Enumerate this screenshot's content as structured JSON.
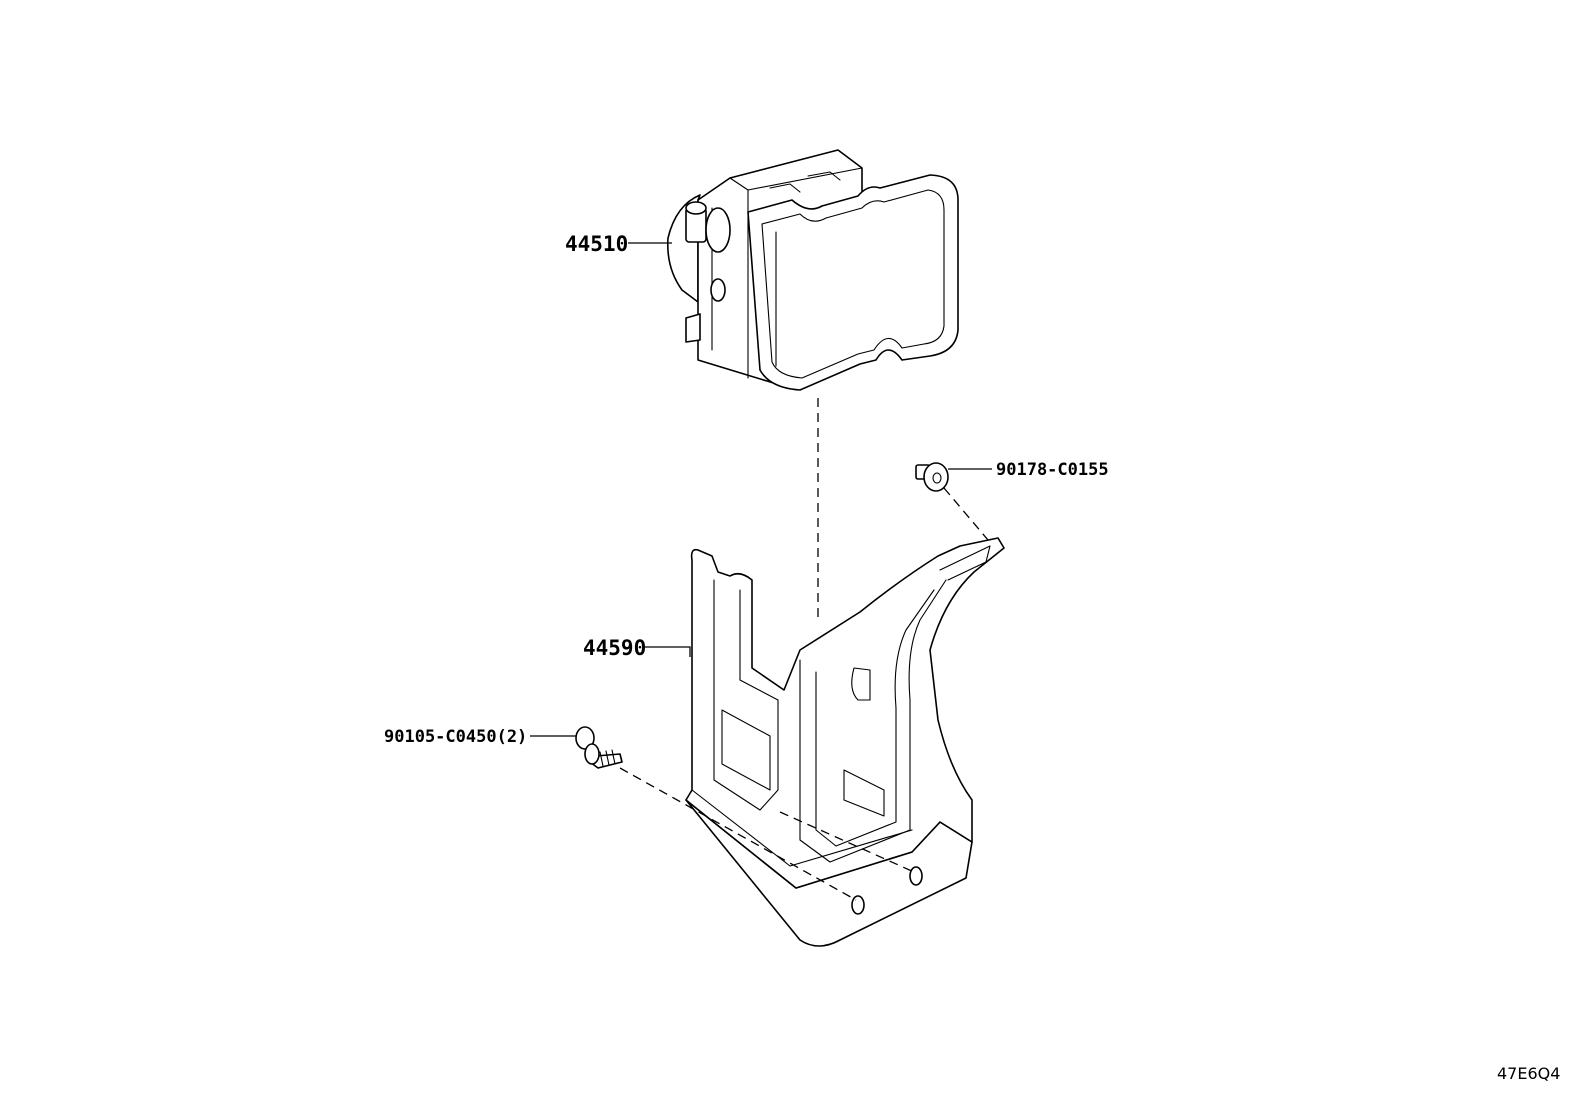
{
  "diagram": {
    "parts": [
      {
        "id": "abs-actuator",
        "number": "44510"
      },
      {
        "id": "bracket",
        "number": "44590"
      },
      {
        "id": "nut",
        "number": "90178-C0155"
      },
      {
        "id": "bolt",
        "number": "90105-C0450(2)"
      }
    ],
    "diagram_code": "47E6Q4"
  }
}
